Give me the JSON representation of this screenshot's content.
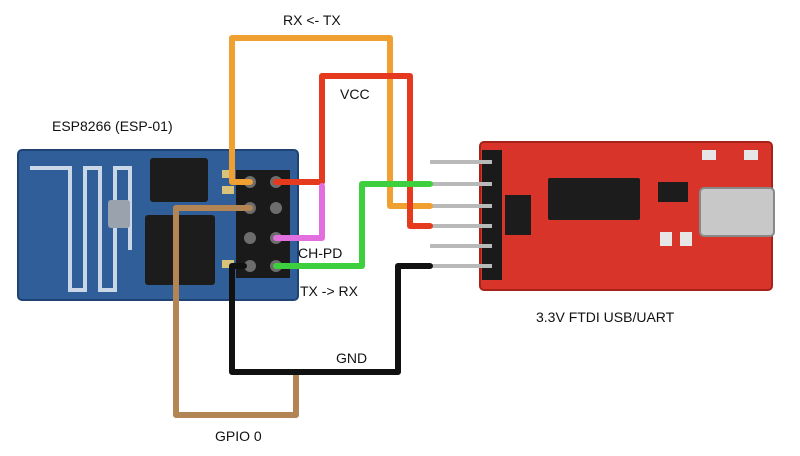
{
  "labels": {
    "rx_tx": "RX <- TX",
    "vcc": "VCC",
    "esp_module": "ESP8266 (ESP-01)",
    "ch_pd": "CH-PD",
    "tx_rx": "TX -> RX",
    "ftdi_module": "3.3V FTDI USB/UART",
    "gnd": "GND",
    "gpio0": "GPIO 0"
  },
  "wire_colors": {
    "rx_tx": "#f0a030",
    "vcc": "#e53a1e",
    "ch_pd": "#e26fe0",
    "tx_rx": "#3ecf3e",
    "gnd": "#111111",
    "gpio0": "#b38555"
  },
  "board_colors": {
    "esp_pcb": "#2f5e98",
    "ftdi_pcb": "#d8342a",
    "chip": "#1c1c1c"
  }
}
